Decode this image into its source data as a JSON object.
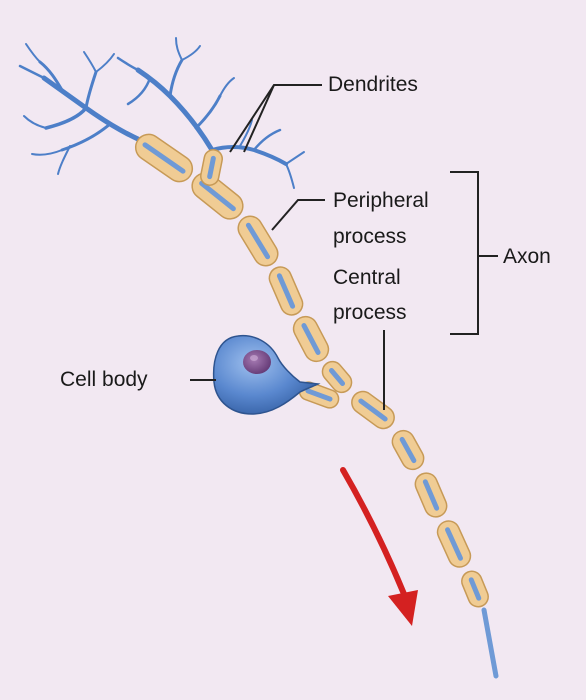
{
  "labels": {
    "dendrites": "Dendrites",
    "peripheral_line1": "Peripheral",
    "peripheral_line2": "process",
    "central_line1": "Central",
    "central_line2": "process",
    "axon": "Axon",
    "cell_body": "Cell body"
  },
  "colors": {
    "background": "#f2e8f2",
    "myelin": "#f0cc94",
    "myelin_edge": "#c79a57",
    "axon_core": "#6f9ad6",
    "dendrite": "#4d7fc8",
    "cell_body": "#4f7fc9",
    "nucleus": "#7a4a88",
    "arrow": "#d42121",
    "leader": "#222222"
  }
}
